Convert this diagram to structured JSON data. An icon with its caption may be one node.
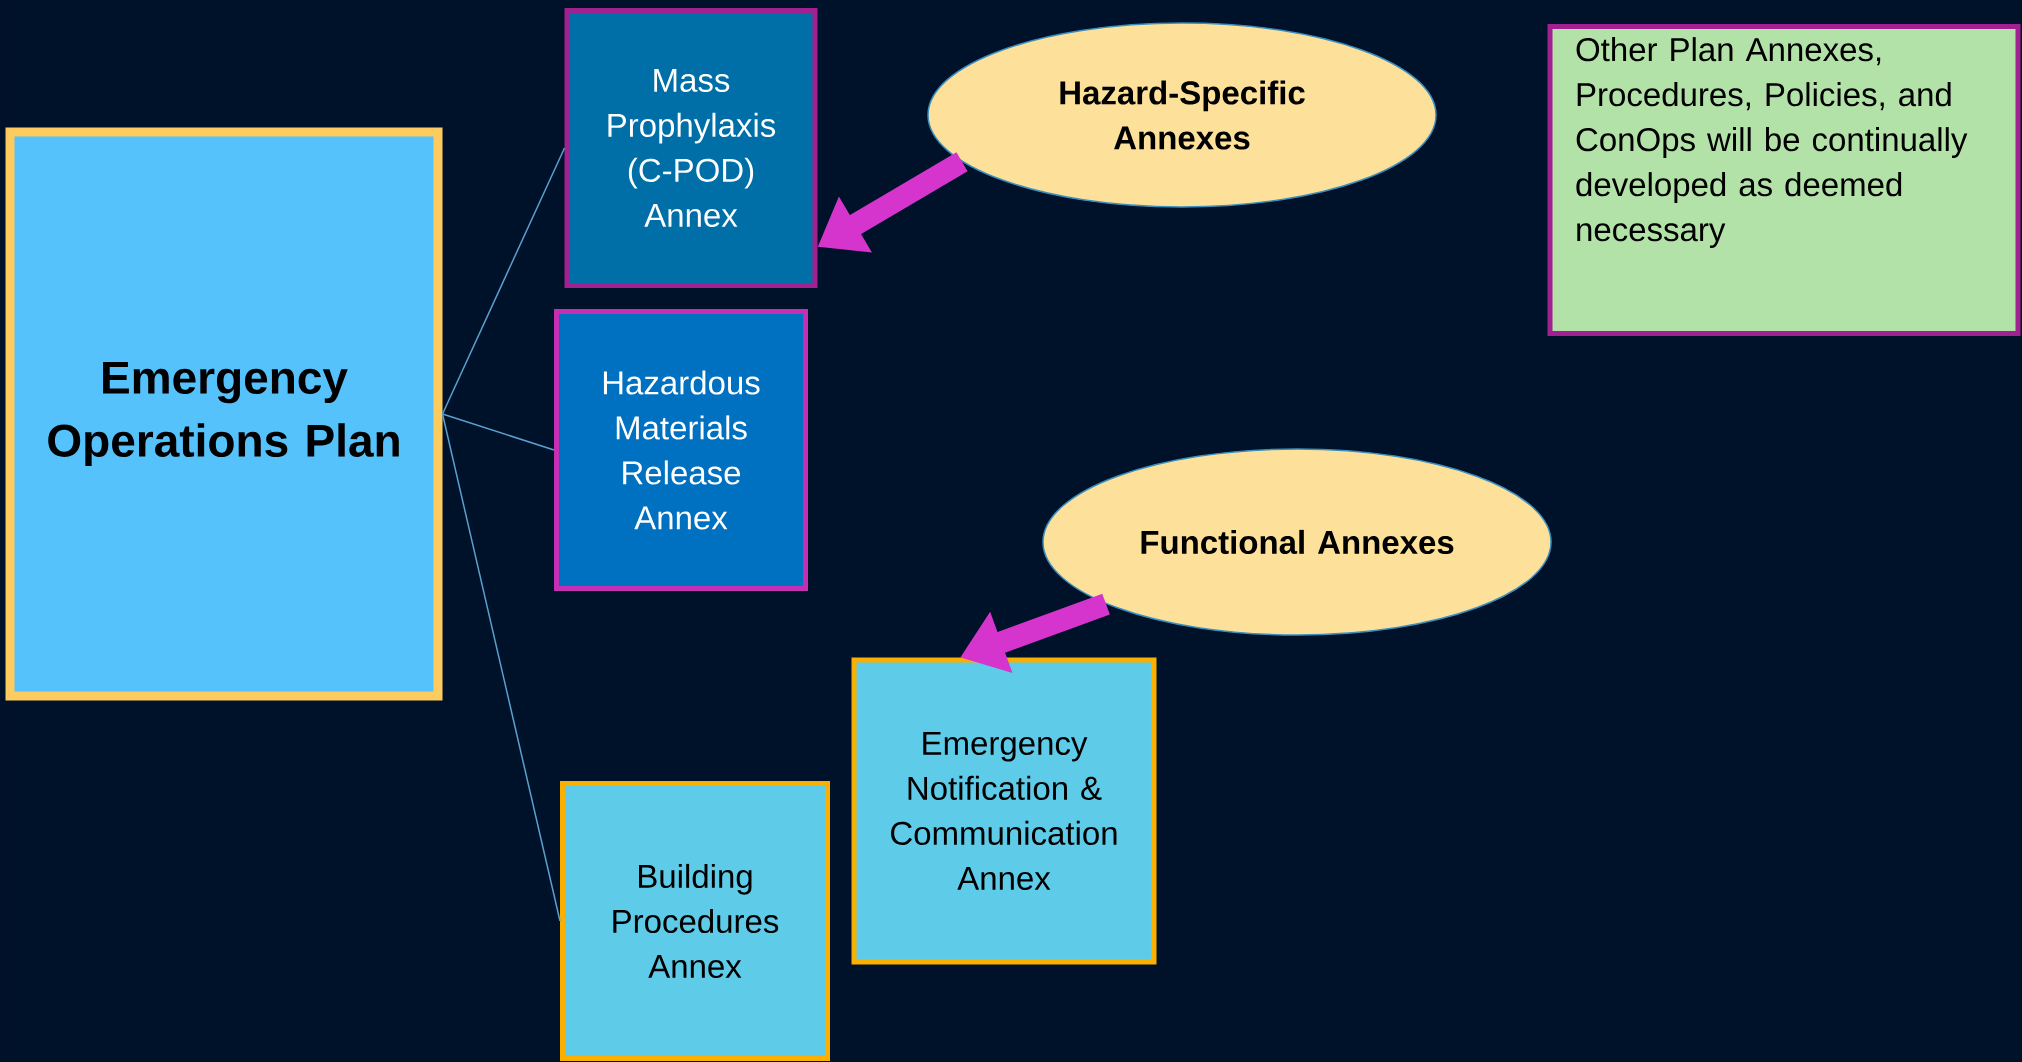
{
  "diagram": {
    "nodes": [
      {
        "text": [
          "Emergency Operations Plan"
        ]
      },
      {
        "text": [
          "Mass Prophylaxis (C-POD) Annex"
        ]
      },
      {
        "text": [
          "Hazardous Materials Release Annex"
        ]
      },
      {
        "text": [
          "Building Procedures Annex"
        ]
      },
      {
        "text": [
          "Emergency Notification & Communication Annex"
        ]
      },
      {
        "text": [
          "Hazard-Specific Annexes"
        ]
      },
      {
        "text": [
          "Functional Annexes"
        ]
      },
      {
        "text": [
          "Other Plan Annexes, Procedures, Policies, and ConOps will be continually developed as deemed necessary"
        ]
      }
    ],
    "edges": [
      {
        "from": 0,
        "to": 1,
        "arrow": "none"
      },
      {
        "from": 0,
        "to": 2,
        "arrow": "none"
      },
      {
        "from": 0,
        "to": 3,
        "arrow": "none"
      },
      {
        "from": 5,
        "to": 1,
        "arrow": "to",
        "style": "thick",
        "color": "#d535cc"
      },
      {
        "from": 6,
        "to": 4,
        "arrow": "to",
        "style": "thick",
        "color": "#d535cc"
      }
    ]
  }
}
